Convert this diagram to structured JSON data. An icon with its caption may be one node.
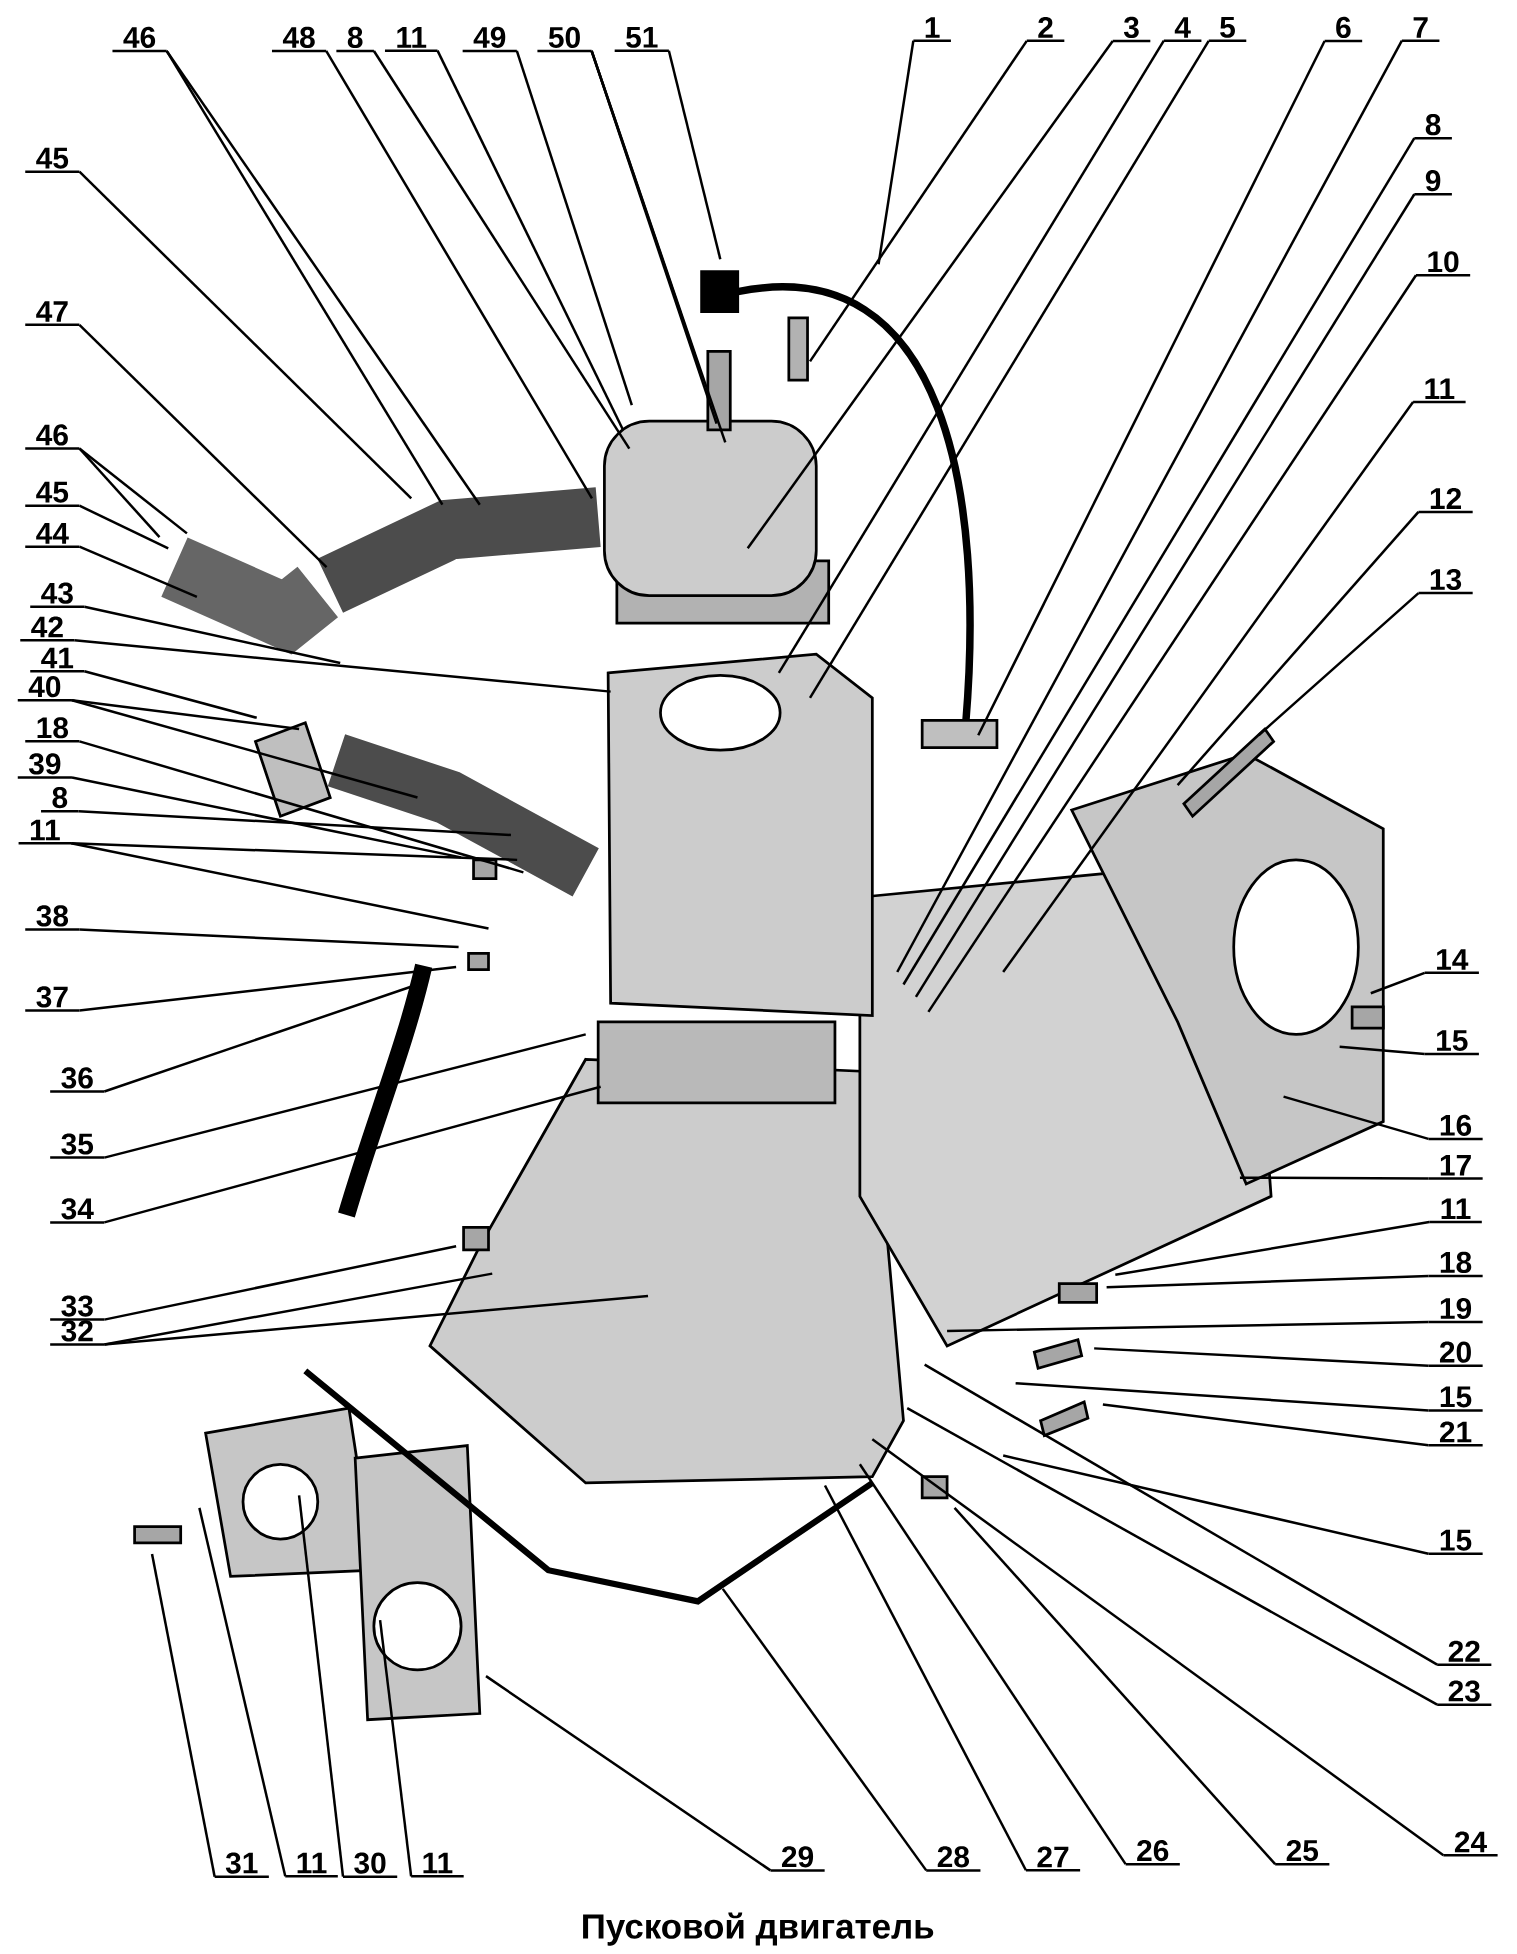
{
  "diagram": {
    "caption": "Пусковой двигатель",
    "nodes": [
      {
        "text": [
          "46"
        ]
      },
      {
        "text": [
          "48"
        ]
      },
      {
        "text": [
          "8"
        ]
      },
      {
        "text": [
          "11"
        ]
      },
      {
        "text": [
          "49"
        ]
      },
      {
        "text": [
          "50"
        ]
      },
      {
        "text": [
          "51"
        ]
      },
      {
        "text": [
          "1"
        ]
      },
      {
        "text": [
          "2"
        ]
      },
      {
        "text": [
          "3"
        ]
      },
      {
        "text": [
          "4"
        ]
      },
      {
        "text": [
          "5"
        ]
      },
      {
        "text": [
          "6"
        ]
      },
      {
        "text": [
          "7"
        ]
      },
      {
        "text": [
          "8"
        ]
      },
      {
        "text": [
          "9"
        ]
      },
      {
        "text": [
          "10"
        ]
      },
      {
        "text": [
          "11"
        ]
      },
      {
        "text": [
          "12"
        ]
      },
      {
        "text": [
          "13"
        ]
      },
      {
        "text": [
          "14"
        ]
      },
      {
        "text": [
          "15"
        ]
      },
      {
        "text": [
          "16"
        ]
      },
      {
        "text": [
          "17"
        ]
      },
      {
        "text": [
          "11"
        ]
      },
      {
        "text": [
          "18"
        ]
      },
      {
        "text": [
          "19"
        ]
      },
      {
        "text": [
          "20"
        ]
      },
      {
        "text": [
          "15"
        ]
      },
      {
        "text": [
          "21"
        ]
      },
      {
        "text": [
          "15"
        ]
      },
      {
        "text": [
          "22"
        ]
      },
      {
        "text": [
          "23"
        ]
      },
      {
        "text": [
          "24"
        ]
      },
      {
        "text": [
          "25"
        ]
      },
      {
        "text": [
          "26"
        ]
      },
      {
        "text": [
          "27"
        ]
      },
      {
        "text": [
          "28"
        ]
      },
      {
        "text": [
          "29"
        ]
      },
      {
        "text": [
          "11"
        ]
      },
      {
        "text": [
          "30"
        ]
      },
      {
        "text": [
          "11"
        ]
      },
      {
        "text": [
          "31"
        ]
      },
      {
        "text": [
          "45"
        ]
      },
      {
        "text": [
          "47"
        ]
      },
      {
        "text": [
          "46"
        ]
      },
      {
        "text": [
          "45"
        ]
      },
      {
        "text": [
          "44"
        ]
      },
      {
        "text": [
          "43"
        ]
      },
      {
        "text": [
          "42"
        ]
      },
      {
        "text": [
          "41"
        ]
      },
      {
        "text": [
          "40"
        ]
      },
      {
        "text": [
          "18"
        ]
      },
      {
        "text": [
          "39"
        ]
      },
      {
        "text": [
          "8"
        ]
      },
      {
        "text": [
          "11"
        ]
      },
      {
        "text": [
          "38"
        ]
      },
      {
        "text": [
          "37"
        ]
      },
      {
        "text": [
          "36"
        ]
      },
      {
        "text": [
          "35"
        ]
      },
      {
        "text": [
          "34"
        ]
      },
      {
        "text": [
          "33"
        ]
      },
      {
        "text": [
          "32"
        ]
      }
    ],
    "edges": [
      {
        "from": 0,
        "to": null,
        "arrow": "none"
      },
      {
        "from": 0,
        "to": null,
        "arrow": "none"
      },
      {
        "from": 1,
        "to": null,
        "arrow": "none"
      },
      {
        "from": 2,
        "to": null,
        "arrow": "none"
      },
      {
        "from": 3,
        "to": null,
        "arrow": "none"
      },
      {
        "from": 4,
        "to": null,
        "arrow": "none"
      },
      {
        "from": 5,
        "to": null,
        "arrow": "none"
      },
      {
        "from": 5,
        "to": null,
        "arrow": "none"
      },
      {
        "from": 5,
        "to": null,
        "arrow": "none"
      },
      {
        "from": 6,
        "to": null,
        "arrow": "none"
      },
      {
        "from": 7,
        "to": null,
        "arrow": "none"
      },
      {
        "from": 8,
        "to": null,
        "arrow": "none"
      },
      {
        "from": 9,
        "to": null,
        "arrow": "none"
      },
      {
        "from": 10,
        "to": null,
        "arrow": "none"
      },
      {
        "from": 11,
        "to": null,
        "arrow": "none"
      },
      {
        "from": 12,
        "to": null,
        "arrow": "none"
      },
      {
        "from": 13,
        "to": null,
        "arrow": "none"
      },
      {
        "from": 14,
        "to": null,
        "arrow": "none"
      },
      {
        "from": 15,
        "to": null,
        "arrow": "none"
      },
      {
        "from": 16,
        "to": null,
        "arrow": "none"
      },
      {
        "from": 17,
        "to": null,
        "arrow": "none"
      },
      {
        "from": 18,
        "to": null,
        "arrow": "none"
      },
      {
        "from": 19,
        "to": null,
        "arrow": "none"
      },
      {
        "from": 20,
        "to": null,
        "arrow": "none"
      },
      {
        "from": 21,
        "to": null,
        "arrow": "none"
      },
      {
        "from": 22,
        "to": null,
        "arrow": "none"
      },
      {
        "from": 23,
        "to": null,
        "arrow": "none"
      },
      {
        "from": 24,
        "to": null,
        "arrow": "none"
      },
      {
        "from": 25,
        "to": null,
        "arrow": "none"
      },
      {
        "from": 26,
        "to": null,
        "arrow": "none"
      },
      {
        "from": 27,
        "to": null,
        "arrow": "none"
      },
      {
        "from": 28,
        "to": null,
        "arrow": "none"
      },
      {
        "from": 29,
        "to": null,
        "arrow": "none"
      },
      {
        "from": 30,
        "to": null,
        "arrow": "none"
      },
      {
        "from": 31,
        "to": null,
        "arrow": "none"
      },
      {
        "from": 32,
        "to": null,
        "arrow": "none"
      },
      {
        "from": 33,
        "to": null,
        "arrow": "none"
      },
      {
        "from": 34,
        "to": null,
        "arrow": "none"
      },
      {
        "from": 35,
        "to": null,
        "arrow": "none"
      },
      {
        "from": 36,
        "to": null,
        "arrow": "none"
      },
      {
        "from": 37,
        "to": null,
        "arrow": "none"
      },
      {
        "from": 38,
        "to": null,
        "arrow": "none"
      },
      {
        "from": 39,
        "to": null,
        "arrow": "none"
      },
      {
        "from": 40,
        "to": null,
        "arrow": "none"
      },
      {
        "from": 41,
        "to": null,
        "arrow": "none"
      },
      {
        "from": 42,
        "to": null,
        "arrow": "none"
      },
      {
        "from": 43,
        "to": null,
        "arrow": "none"
      },
      {
        "from": 44,
        "to": null,
        "arrow": "none"
      },
      {
        "from": 45,
        "to": null,
        "arrow": "none"
      },
      {
        "from": 45,
        "to": null,
        "arrow": "none"
      },
      {
        "from": 46,
        "to": null,
        "arrow": "none"
      },
      {
        "from": 47,
        "to": null,
        "arrow": "none"
      },
      {
        "from": 48,
        "to": null,
        "arrow": "none"
      },
      {
        "from": 49,
        "to": null,
        "arrow": "none"
      },
      {
        "from": 50,
        "to": null,
        "arrow": "none"
      },
      {
        "from": 51,
        "to": null,
        "arrow": "none"
      },
      {
        "from": 51,
        "to": null,
        "arrow": "none"
      },
      {
        "from": 52,
        "to": null,
        "arrow": "none"
      },
      {
        "from": 53,
        "to": null,
        "arrow": "none"
      },
      {
        "from": 54,
        "to": null,
        "arrow": "none"
      },
      {
        "from": 55,
        "to": null,
        "arrow": "none"
      },
      {
        "from": 55,
        "to": null,
        "arrow": "none"
      },
      {
        "from": 56,
        "to": null,
        "arrow": "none"
      },
      {
        "from": 57,
        "to": null,
        "arrow": "none"
      },
      {
        "from": 58,
        "to": null,
        "arrow": "none"
      },
      {
        "from": 59,
        "to": null,
        "arrow": "none"
      },
      {
        "from": 60,
        "to": null,
        "arrow": "none"
      },
      {
        "from": 61,
        "to": null,
        "arrow": "none"
      },
      {
        "from": 62,
        "to": null,
        "arrow": "none"
      },
      {
        "from": 62,
        "to": null,
        "arrow": "none"
      }
    ]
  }
}
